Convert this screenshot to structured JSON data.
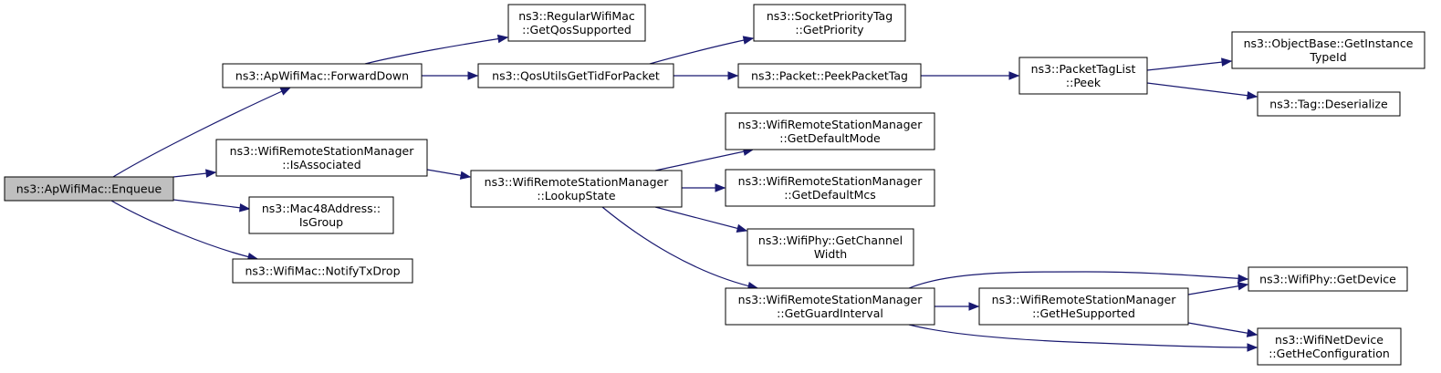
{
  "graph": {
    "colors": {
      "edge": "#191970",
      "node_border": "#000000",
      "root_fill": "#bfbfbf",
      "node_fill": "#ffffff"
    },
    "nodes": [
      {
        "id": "enqueue",
        "lines": [
          "ns3::ApWifiMac::Enqueue"
        ],
        "root": true
      },
      {
        "id": "forwarddown",
        "lines": [
          "ns3::ApWifiMac::ForwardDown"
        ]
      },
      {
        "id": "isassociated",
        "lines": [
          "ns3::WifiRemoteStationManager",
          "::IsAssociated"
        ]
      },
      {
        "id": "isgroup",
        "lines": [
          "ns3::Mac48Address::",
          "IsGroup"
        ]
      },
      {
        "id": "notifytxdrop",
        "lines": [
          "ns3::WifiMac::NotifyTxDrop"
        ]
      },
      {
        "id": "getqossupported",
        "lines": [
          "ns3::RegularWifiMac",
          "::GetQosSupported"
        ]
      },
      {
        "id": "qosutils",
        "lines": [
          "ns3::QosUtilsGetTidForPacket"
        ]
      },
      {
        "id": "lookupstate",
        "lines": [
          "ns3::WifiRemoteStationManager",
          "::LookupState"
        ]
      },
      {
        "id": "getpriority",
        "lines": [
          "ns3::SocketPriorityTag",
          "::GetPriority"
        ]
      },
      {
        "id": "peekpackettag",
        "lines": [
          "ns3::Packet::PeekPacketTag"
        ]
      },
      {
        "id": "getdefaultmode",
        "lines": [
          "ns3::WifiRemoteStationManager",
          "::GetDefaultMode"
        ]
      },
      {
        "id": "getdefaultmcs",
        "lines": [
          "ns3::WifiRemoteStationManager",
          "::GetDefaultMcs"
        ]
      },
      {
        "id": "getchannelwidth",
        "lines": [
          "ns3::WifiPhy::GetChannel",
          "Width"
        ]
      },
      {
        "id": "getguardinterval",
        "lines": [
          "ns3::WifiRemoteStationManager",
          "::GetGuardInterval"
        ]
      },
      {
        "id": "packettaglistpeek",
        "lines": [
          "ns3::PacketTagList",
          "::Peek"
        ]
      },
      {
        "id": "gethesupported",
        "lines": [
          "ns3::WifiRemoteStationManager",
          "::GetHeSupported"
        ]
      },
      {
        "id": "getinstancetypeid",
        "lines": [
          "ns3::ObjectBase::GetInstance",
          "TypeId"
        ]
      },
      {
        "id": "deserialize",
        "lines": [
          "ns3::Tag::Deserialize"
        ]
      },
      {
        "id": "getdevice",
        "lines": [
          "ns3::WifiPhy::GetDevice"
        ]
      },
      {
        "id": "getheconfiguration",
        "lines": [
          "ns3::WifiNetDevice",
          "::GetHeConfiguration"
        ]
      }
    ],
    "edges": [
      [
        "enqueue",
        "forwarddown"
      ],
      [
        "enqueue",
        "isassociated"
      ],
      [
        "enqueue",
        "isgroup"
      ],
      [
        "enqueue",
        "notifytxdrop"
      ],
      [
        "forwarddown",
        "getqossupported"
      ],
      [
        "forwarddown",
        "qosutils"
      ],
      [
        "isassociated",
        "lookupstate"
      ],
      [
        "qosutils",
        "getpriority"
      ],
      [
        "qosutils",
        "peekpackettag"
      ],
      [
        "peekpackettag",
        "packettaglistpeek"
      ],
      [
        "packettaglistpeek",
        "getinstancetypeid"
      ],
      [
        "packettaglistpeek",
        "deserialize"
      ],
      [
        "lookupstate",
        "getdefaultmode"
      ],
      [
        "lookupstate",
        "getdefaultmcs"
      ],
      [
        "lookupstate",
        "getchannelwidth"
      ],
      [
        "lookupstate",
        "getguardinterval"
      ],
      [
        "getguardinterval",
        "getdevice"
      ],
      [
        "getguardinterval",
        "gethesupported"
      ],
      [
        "getguardinterval",
        "getheconfiguration"
      ],
      [
        "gethesupported",
        "getdevice"
      ],
      [
        "gethesupported",
        "getheconfiguration"
      ]
    ]
  }
}
